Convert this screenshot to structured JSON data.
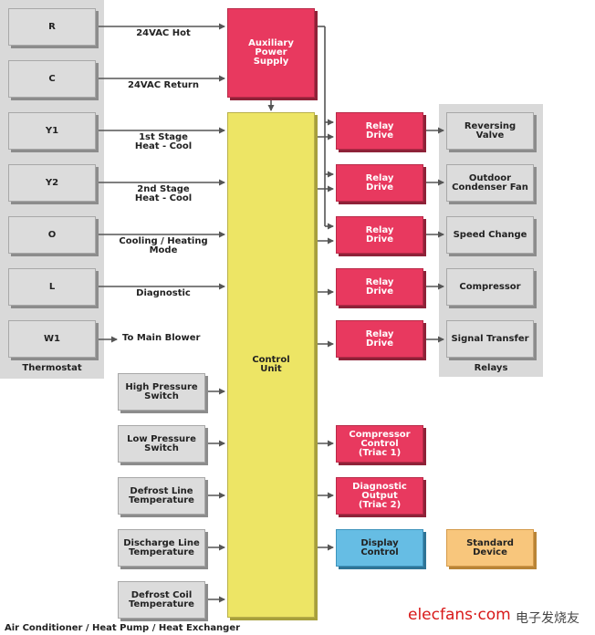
{
  "thermostat": {
    "title": "Thermostat",
    "terminals": [
      {
        "label": "R",
        "signal": "24VAC Hot"
      },
      {
        "label": "C",
        "signal": "24VAC Return"
      },
      {
        "label": "Y1",
        "signal_line1": "1st Stage",
        "signal_line2": "Heat - Cool"
      },
      {
        "label": "Y2",
        "signal_line1": "2nd Stage",
        "signal_line2": "Heat - Cool"
      },
      {
        "label": "O",
        "signal_line1": "Cooling / Heating",
        "signal_line2": "Mode"
      },
      {
        "label": "L",
        "signal": "Diagnostic"
      },
      {
        "label": "W1",
        "signal": "To Main Blower"
      }
    ]
  },
  "aux_power": {
    "line1": "Auxiliary",
    "line2": "Power",
    "line3": "Supply"
  },
  "control_unit": {
    "line1": "Control",
    "line2": "Unit"
  },
  "relay_drive": {
    "line1": "Relay",
    "line2": "Drive"
  },
  "relays": {
    "title": "Relays",
    "items": [
      {
        "line1": "Reversing",
        "line2": "Valve"
      },
      {
        "line1": "Outdoor",
        "line2": "Condenser Fan"
      },
      {
        "line1": "Speed Change"
      },
      {
        "line1": "Compressor"
      },
      {
        "line1": "Signal Transfer"
      }
    ]
  },
  "sensors": [
    {
      "line1": "High Pressure",
      "line2": "Switch"
    },
    {
      "line1": "Low Pressure",
      "line2": "Switch"
    },
    {
      "line1": "Defrost Line",
      "line2": "Temperature"
    },
    {
      "line1": "Discharge Line",
      "line2": "Temperature"
    },
    {
      "line1": "Defrost Coil",
      "line2": "Temperature"
    }
  ],
  "outputs": {
    "compressor_control": {
      "line1": "Compressor",
      "line2": "Control",
      "line3": "(Triac 1)"
    },
    "diagnostic_output": {
      "line1": "Diagnostic",
      "line2": "Output",
      "line3": "(Triac 2)"
    },
    "display_control": {
      "line1": "Display",
      "line2": "Control"
    },
    "standard_device": {
      "line1": "Standard",
      "line2": "Device"
    }
  },
  "caption": "Air Conditioner / Heat Pump / Heat Exchanger",
  "watermark": {
    "brand": "elecfans",
    "dot": "·",
    "tld": "com",
    "cn": "电子发烧友"
  },
  "colors": {
    "relay_red": "#e8395f",
    "control_yellow": "#ede565",
    "display_blue": "#66bde4",
    "standard_orange": "#f8c67c",
    "panel_gray": "#d9d9d9",
    "box_gray": "#dcdcdc"
  }
}
